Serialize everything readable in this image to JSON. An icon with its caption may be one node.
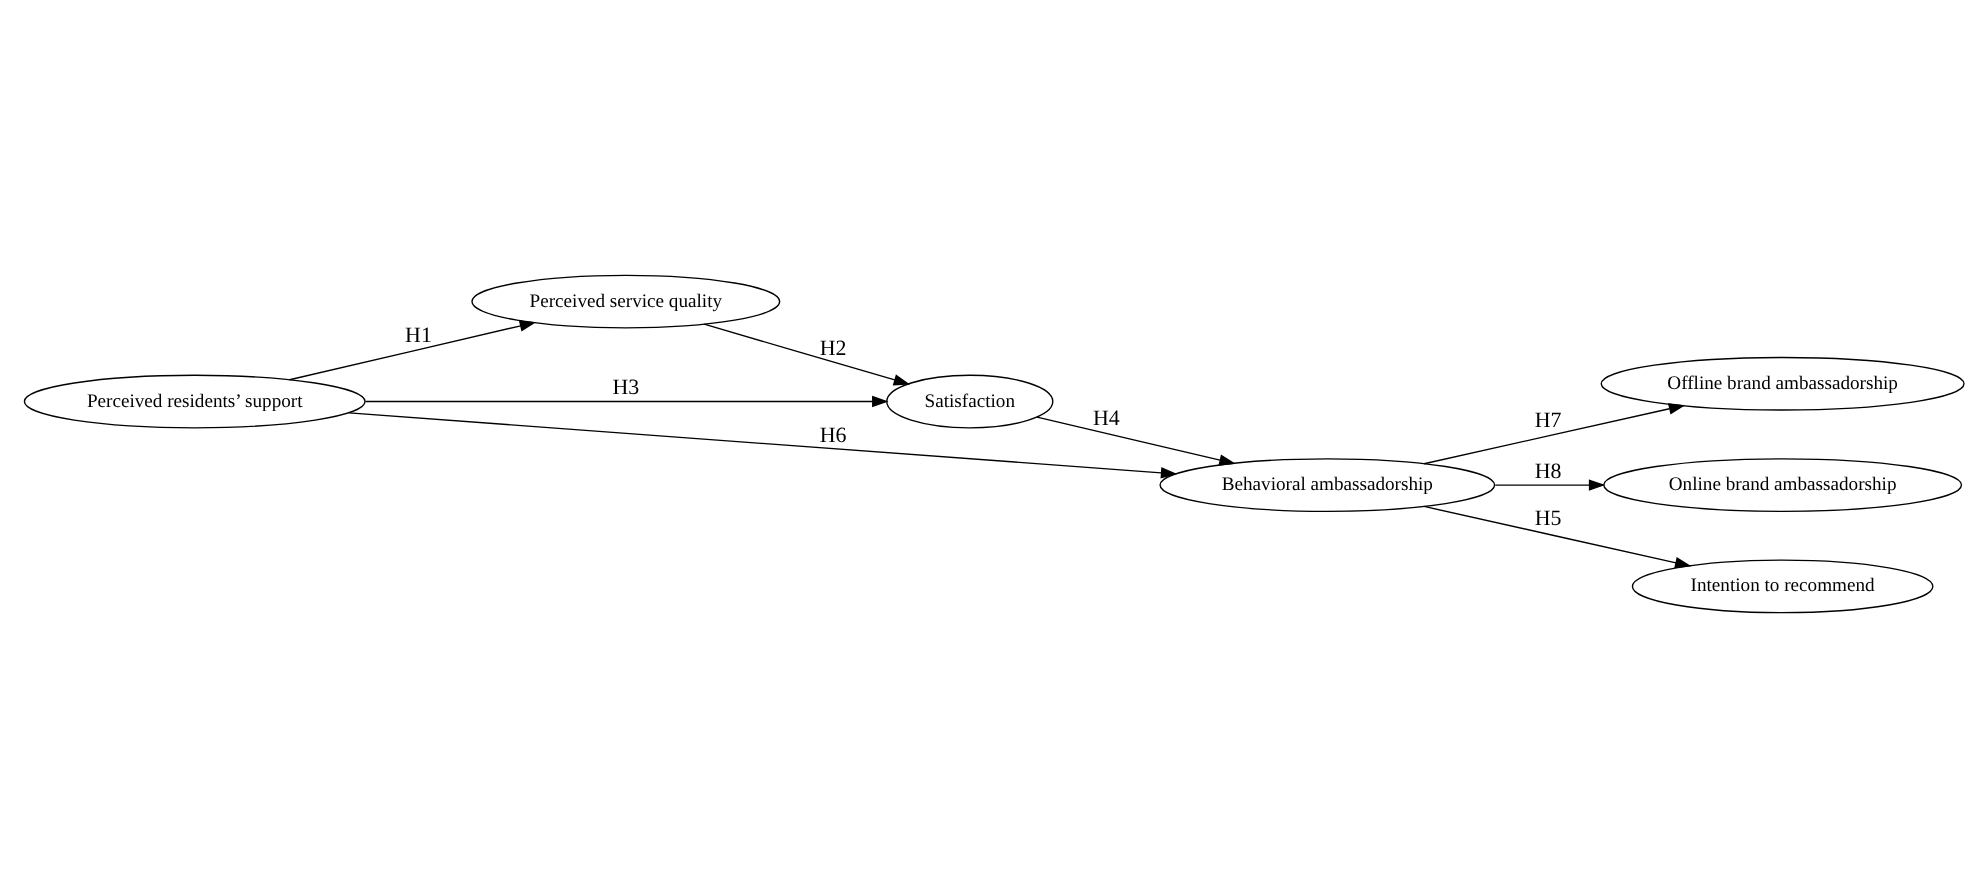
{
  "diagram": {
    "nodes": [
      {
        "text": [
          "Perceived service quality"
        ]
      },
      {
        "text": [
          "Satisfaction"
        ]
      },
      {
        "text": [
          "Offline brand ambassadorship"
        ]
      },
      {
        "text": [
          "Online brand ambassadorship"
        ]
      },
      {
        "text": [
          "Behavioral ambassadorship"
        ]
      },
      {
        "text": [
          "Intention to recommend"
        ]
      },
      {
        "text": [
          "Perceived residents’ support"
        ]
      }
    ],
    "edges": [
      {
        "from": 6,
        "to": 0,
        "arrow": "to",
        "label": "H1"
      },
      {
        "from": 0,
        "to": 1,
        "arrow": "to",
        "label": "H2"
      },
      {
        "from": 6,
        "to": 1,
        "arrow": "to",
        "label": "H3"
      },
      {
        "from": 1,
        "to": 4,
        "arrow": "to",
        "label": "H4"
      },
      {
        "from": 4,
        "to": 5,
        "arrow": "to",
        "label": "H5"
      },
      {
        "from": 6,
        "to": 4,
        "arrow": "to",
        "label": "H6"
      },
      {
        "from": 4,
        "to": 2,
        "arrow": "to",
        "label": "H7"
      },
      {
        "from": 4,
        "to": 3,
        "arrow": "to",
        "label": "H8"
      }
    ]
  }
}
